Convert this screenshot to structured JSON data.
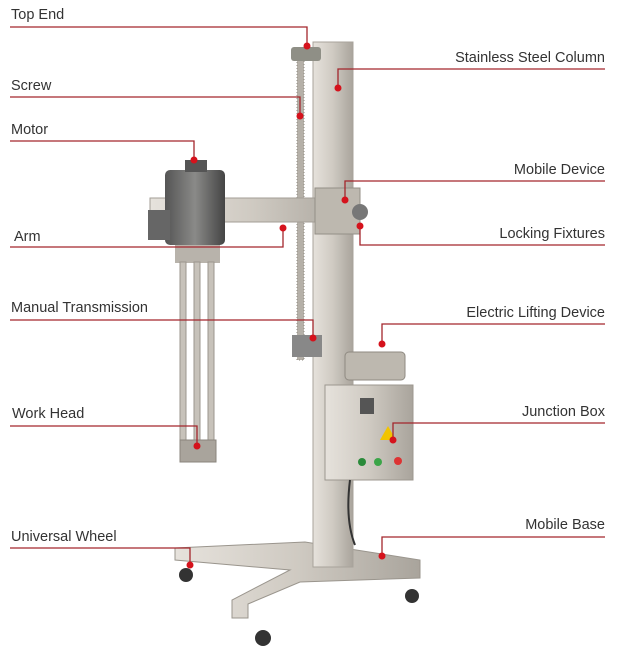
{
  "colors": {
    "leader_line": "#a3262c",
    "marker_dot": "#d5121c",
    "label_text": "#333333",
    "steel": "#c9c4bc"
  },
  "labels_left": [
    {
      "id": "top-end",
      "text": "Top End"
    },
    {
      "id": "screw",
      "text": "Screw"
    },
    {
      "id": "motor",
      "text": "Motor"
    },
    {
      "id": "arm",
      "text": "Arm"
    },
    {
      "id": "manual-transmission",
      "text": "Manual Transmission"
    },
    {
      "id": "work-head",
      "text": "Work Head"
    },
    {
      "id": "universal-wheel",
      "text": "Universal Wheel"
    }
  ],
  "labels_right": [
    {
      "id": "stainless-steel-column",
      "text": "Stainless Steel Column"
    },
    {
      "id": "mobile-device",
      "text": "Mobile Device"
    },
    {
      "id": "locking-fixtures",
      "text": "Locking Fixtures"
    },
    {
      "id": "electric-lifting-device",
      "text": "Electric Lifting Device"
    },
    {
      "id": "junction-box",
      "text": "Junction Box"
    },
    {
      "id": "mobile-base",
      "text": "Mobile Base"
    }
  ]
}
